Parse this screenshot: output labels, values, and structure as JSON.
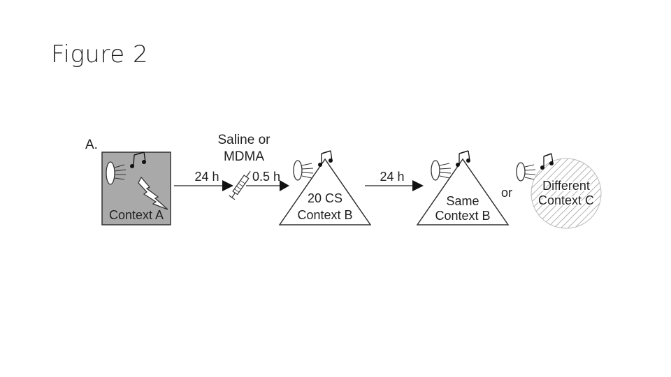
{
  "slide": {
    "title": "Figure 2"
  },
  "diagram": {
    "panel_label": "A.",
    "context_a_label": "Context A",
    "step1_time": "24 h",
    "treatment_line1": "Saline or",
    "treatment_line2": "MDMA",
    "step2_time": "0.5 h",
    "cs_label": "20 CS",
    "context_b_label": "Context B",
    "step3_time": "24 h",
    "same_label": "Same",
    "same_context_label": "Context B",
    "or_label": "or",
    "different_line1": "Different",
    "different_line2": "Context C"
  },
  "colors": {
    "context_a_fill": "#a9a9a9",
    "stroke": "#333333",
    "hatch": "#999999"
  }
}
